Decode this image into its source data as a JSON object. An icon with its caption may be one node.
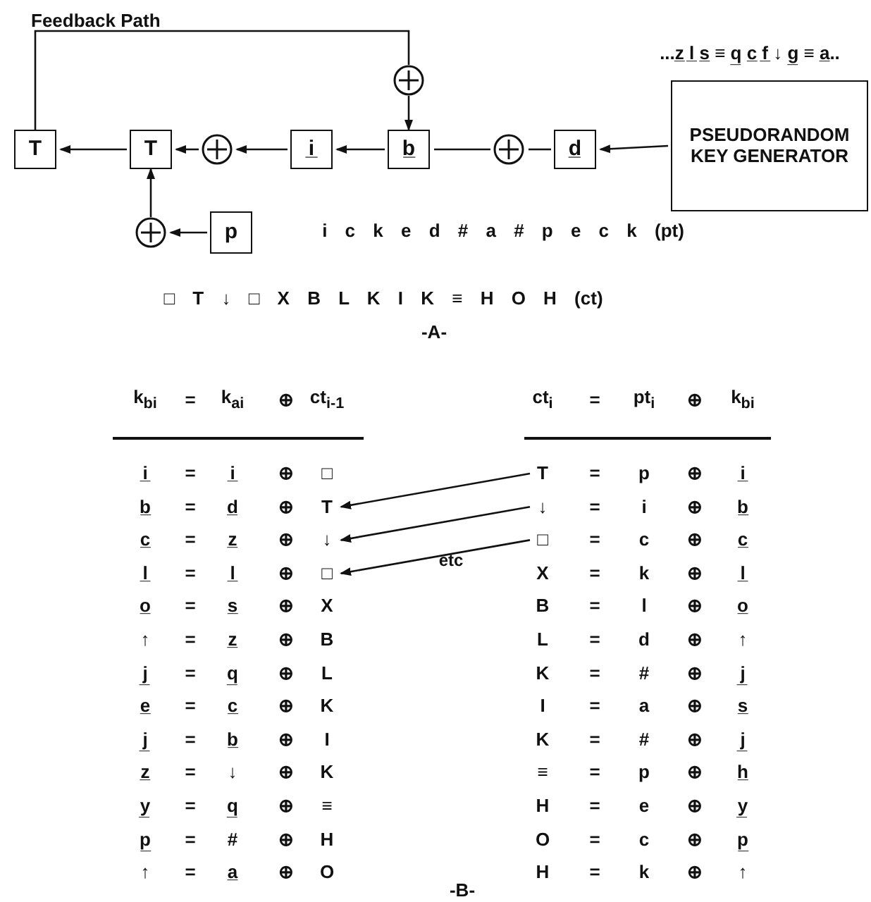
{
  "diagram": {
    "nodes": [
      {
        "text": [
          "T"
        ]
      },
      {
        "text": [
          "T"
        ]
      },
      {
        "text": [],
        "shape": "circle"
      },
      {
        "text": [
          "i̲"
        ]
      },
      {
        "text": [
          "b̲"
        ]
      },
      {
        "text": [],
        "shape": "circle"
      },
      {
        "text": [],
        "shape": "circle"
      },
      {
        "text": [
          "d̲"
        ]
      },
      {
        "text": [
          "PSEUDORANDOM KEY GENERATOR"
        ],
        "beside": [
          "...z̲ l̲ s̲ ≡ q̲ c̲ f̲ ↓ g̲ ≡ a̲.."
        ]
      },
      {
        "text": [],
        "shape": "circle"
      },
      {
        "text": [
          "p"
        ]
      },
      {
        "text": [
          "T"
        ]
      },
      {
        "text": [
          "↓"
        ]
      },
      {
        "text": [
          "□"
        ]
      },
      {
        "text": [
          "T"
        ]
      },
      {
        "text": [
          "↓"
        ]
      },
      {
        "text": [
          "□"
        ]
      }
    ],
    "edges": [
      {
        "from": 8,
        "to": 7,
        "arrow": "to"
      },
      {
        "from": 7,
        "to": 6,
        "arrow": "none"
      },
      {
        "from": 6,
        "to": 4,
        "arrow": "none"
      },
      {
        "from": 4,
        "to": 3,
        "arrow": "to"
      },
      {
        "from": 3,
        "to": 2,
        "arrow": "to"
      },
      {
        "from": 2,
        "to": 1,
        "arrow": "to"
      },
      {
        "from": 1,
        "to": 0,
        "arrow": "to"
      },
      {
        "from": 0,
        "to": 5,
        "arrow": "none",
        "label": "Feedback Path"
      },
      {
        "from": 5,
        "to": 4,
        "arrow": "to"
      },
      {
        "from": 10,
        "to": 9,
        "arrow": "to"
      },
      {
        "from": 9,
        "to": 1,
        "arrow": "to"
      },
      {
        "from": 14,
        "to": 11,
        "arrow": "to"
      },
      {
        "from": 15,
        "to": 12,
        "arrow": "to"
      },
      {
        "from": 16,
        "to": 13,
        "arrow": "to"
      }
    ],
    "labels": [
      "i c k e d # a # p e c k (pt)",
      "□ T ↓ □ X B L K I K ≡ H O H (ct)",
      "-A-",
      "k$_{bi}$",
      "=",
      "k$_{ai}$",
      "⊕",
      "ct$_{i-1}$",
      "ct$_{i}$",
      "=",
      "pt$_{i}$",
      "⊕",
      "k$_{bi}$",
      "i̲",
      "=",
      "i̲",
      "⊕",
      "□",
      "=",
      "p",
      "⊕",
      "i̲",
      "b̲",
      "=",
      "d̲",
      "⊕",
      "=",
      "i",
      "⊕",
      "b̲",
      "c̲",
      "=",
      "z̲",
      "⊕",
      "=",
      "c",
      "⊕",
      "c̲",
      "l̲",
      "=",
      "l̲",
      "⊕",
      "X",
      "=",
      "k",
      "⊕",
      "l̲",
      "o̲",
      "=",
      "s̲",
      "⊕",
      "X",
      "B",
      "=",
      "l",
      "⊕",
      "o̲",
      "↑",
      "=",
      "z̲",
      "⊕",
      "B",
      "L",
      "=",
      "d",
      "⊕",
      "↑",
      "j̲",
      "=",
      "q̲",
      "⊕",
      "L",
      "K",
      "=",
      "#",
      "⊕",
      "j̲",
      "e̲",
      "=",
      "c̲",
      "⊕",
      "K",
      "I",
      "=",
      "a",
      "⊕",
      "s̲",
      "j̲",
      "=",
      "b̲",
      "⊕",
      "I",
      "K",
      "=",
      "#",
      "⊕",
      "j̲",
      "z̲",
      "=",
      "↓",
      "⊕",
      "K",
      "≡",
      "=",
      "p",
      "⊕",
      "h̲",
      "y̲",
      "=",
      "q̲",
      "⊕",
      "≡",
      "H",
      "=",
      "e",
      "⊕",
      "y̲",
      "p̲",
      "=",
      "#",
      "⊕",
      "H",
      "O",
      "=",
      "c",
      "⊕",
      "p̲",
      "↑",
      "=",
      "a̲",
      "⊕",
      "O",
      "H",
      "=",
      "k",
      "⊕",
      "↑",
      "etc",
      "-B-"
    ]
  }
}
